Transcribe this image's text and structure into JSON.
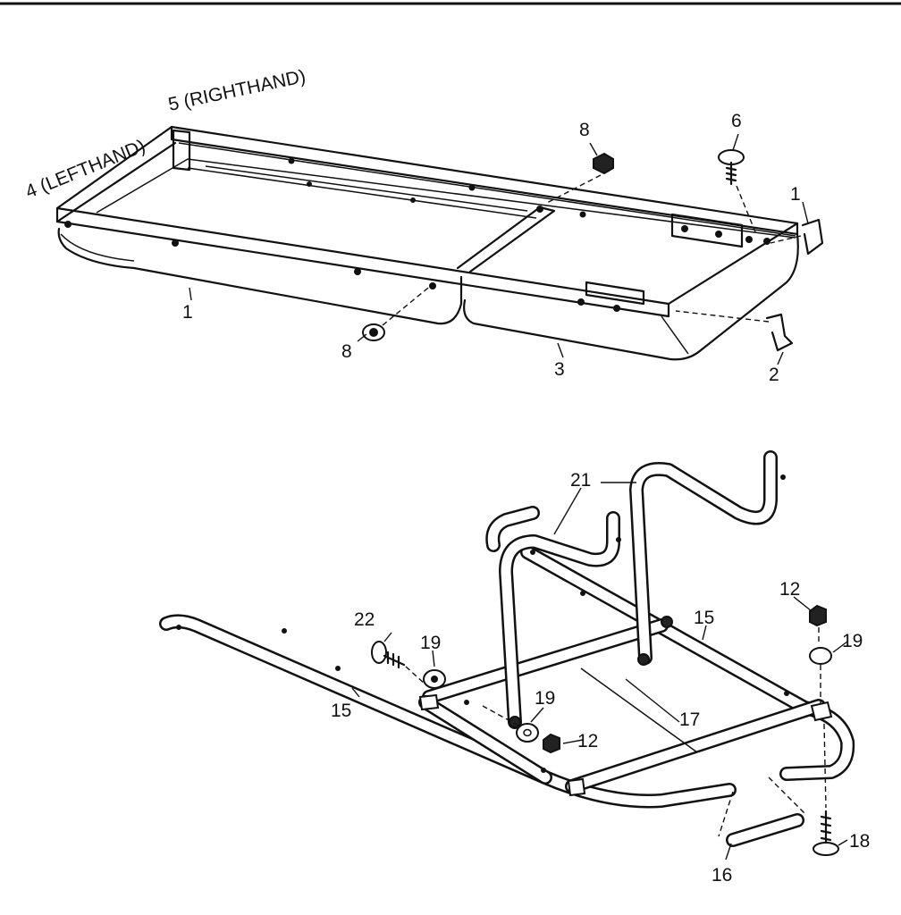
{
  "labels": {
    "p1_top": "1",
    "p1_bottom": "1",
    "p2": "2",
    "p3": "3",
    "p4": "4 (LEFTHAND)",
    "p5": "5 (RIGHTHAND)",
    "p6": "6",
    "p8_top": "8",
    "p8_bottom": "8",
    "p12_top": "12",
    "p12_mid": "12",
    "p15_left": "15",
    "p15_right": "15",
    "p16": "16",
    "p17": "17",
    "p18": "18",
    "p19_top": "19",
    "p19_right": "19",
    "p19_mid": "19",
    "p21": "21",
    "p22": "22"
  }
}
